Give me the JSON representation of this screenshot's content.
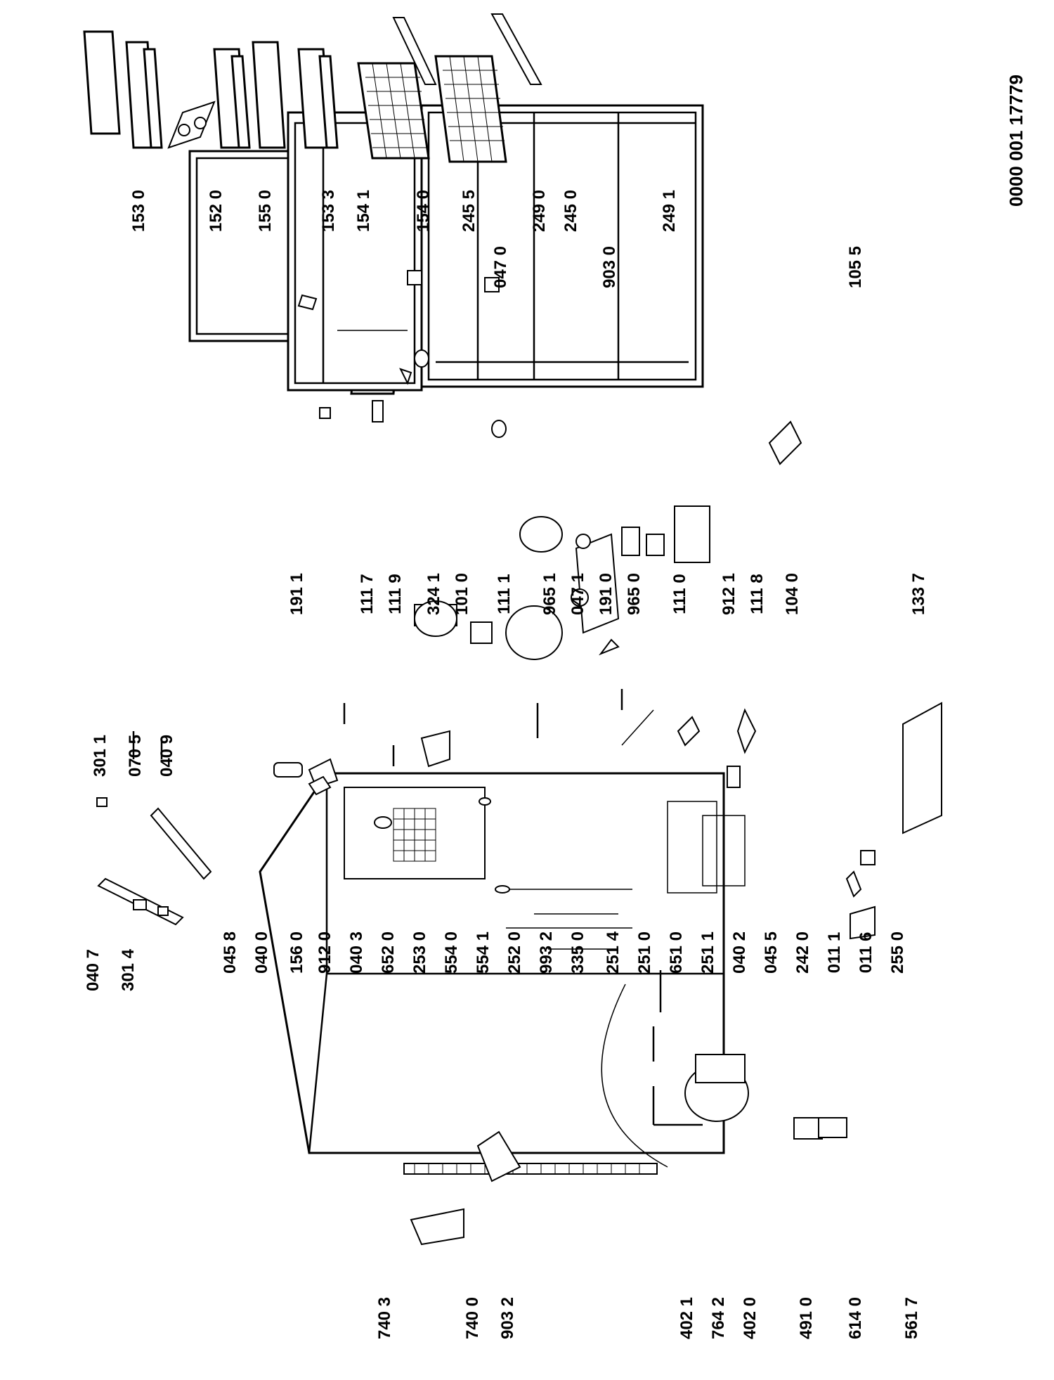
{
  "document_code": "0000 001 17779",
  "part_labels": [
    "301 1",
    "070 5",
    "040 9",
    "040 7",
    "301 4",
    "045 8",
    "040 0",
    "156 0",
    "912 0",
    "040 3",
    "652 0",
    "253 0",
    "554 0",
    "554 1",
    "252 0",
    "993 2",
    "335 0",
    "251 4",
    "251 0",
    "651 0",
    "251 1",
    "040 2",
    "045 5",
    "242 0",
    "011 1",
    "011 6",
    "255 0",
    "740 3",
    "740 0",
    "903 2",
    "402 1",
    "764 2",
    "402 0",
    "491 0",
    "614 0",
    "561 7",
    "191 1",
    "111 7",
    "111 9",
    "324 1",
    "101 0",
    "111 1",
    "965 1",
    "047 1",
    "191 0",
    "965 0",
    "111 0",
    "912 1",
    "111 8",
    "104 0",
    "133 7",
    "153 0",
    "152 0",
    "155 0",
    "153 3",
    "154 1",
    "154 0",
    "245 5",
    "047 0",
    "249 0",
    "245 0",
    "903 0",
    "249 1",
    "105 5"
  ]
}
